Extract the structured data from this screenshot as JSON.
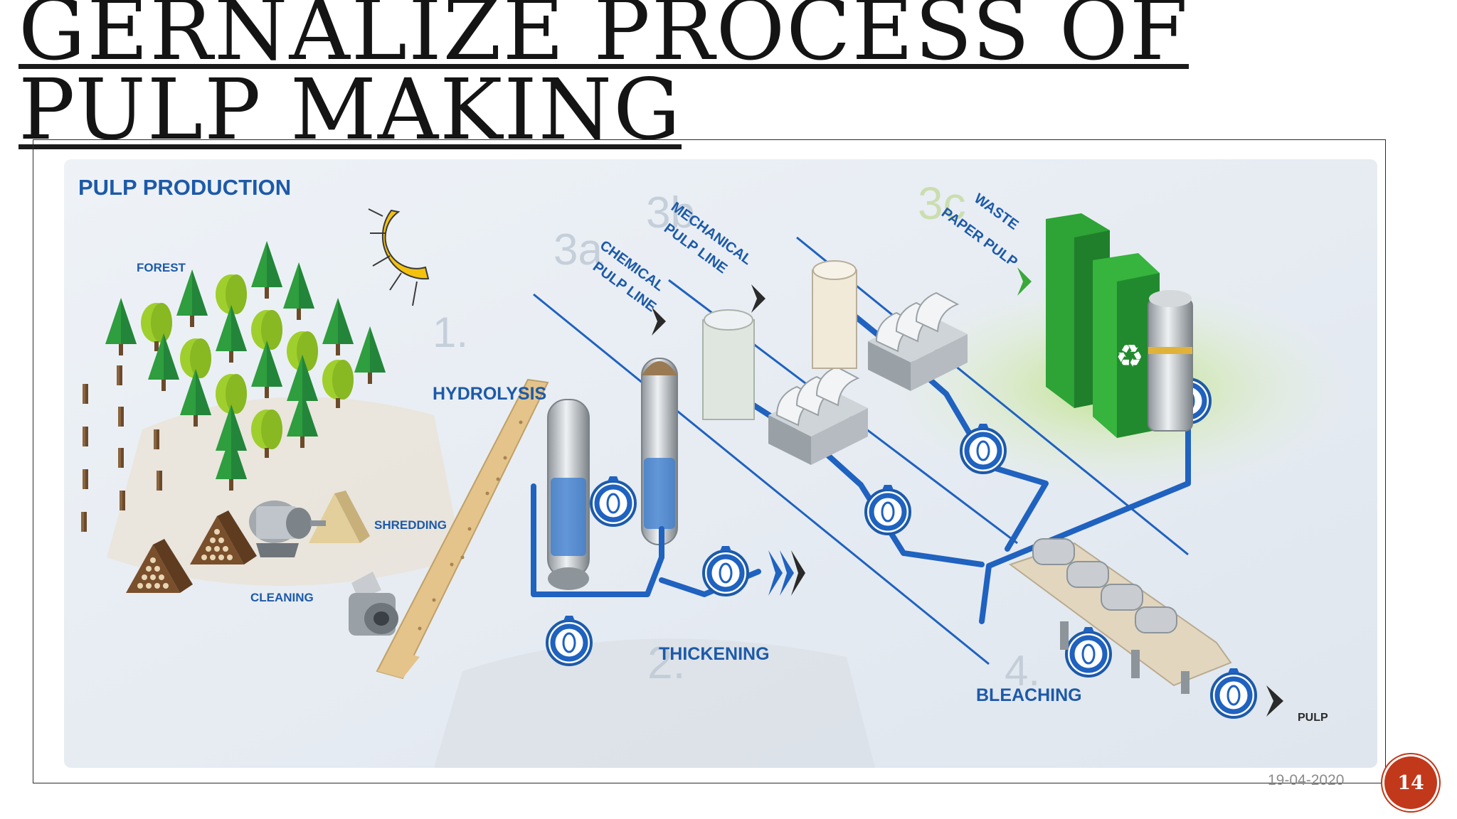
{
  "slide": {
    "title_line1": "GERNALIZE PROCESS OF",
    "title_line2": "PULP MAKING",
    "date": "19-04-2020",
    "page_number": "14"
  },
  "diagram": {
    "heading": "PULP PRODUCTION",
    "labels": {
      "forest": "FOREST",
      "cleaning": "CLEANING",
      "shredding": "SHREDDING",
      "hydrolysis": "HYDROLYSIS",
      "thickening": "THICKENING",
      "bleaching": "BLEACHING",
      "pulp": "PULP",
      "chemical_1": "CHEMICAL",
      "chemical_2": "PULP LINE",
      "mechanical_1": "MECHANICAL",
      "mechanical_2": "PULP LINE",
      "waste_1": "WASTE",
      "waste_2": "PAPER PULP"
    },
    "steps": {
      "s1": "1.",
      "s2": "2.",
      "s3a": "3a",
      "s3b": "3b",
      "s3c": "3c",
      "s4": "4."
    },
    "colors": {
      "label_blue": "#1d5aa8",
      "pipe_blue": "#1f62c0",
      "tree_green": "#2e9e3e",
      "bin_green": "#2ea336",
      "sun_yellow": "#f4c20d",
      "conveyor_tan": "#e4c48a",
      "badge_red": "#c2381a"
    }
  }
}
